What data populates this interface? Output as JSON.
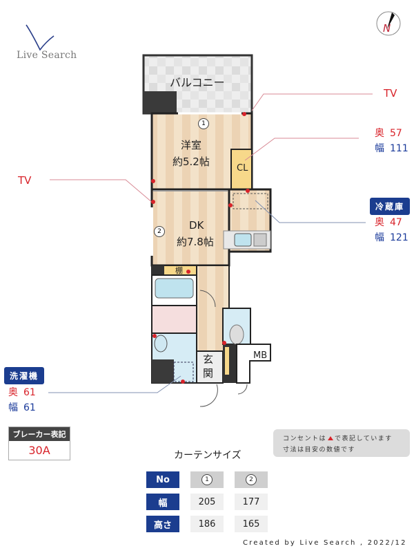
{
  "logo": {
    "text": "Live Search"
  },
  "compass": {
    "label": "N"
  },
  "rooms": {
    "balcony": "バルコニー",
    "western_room": {
      "name": "洋室",
      "size": "約5.2帖"
    },
    "dk": {
      "name": "DK",
      "size": "約7.8帖"
    },
    "closet": "CL",
    "shelf": "棚",
    "entrance": [
      "玄",
      "関"
    ],
    "mb": "MB"
  },
  "window_markers": [
    "1",
    "2"
  ],
  "annotations": {
    "tv_right": "TV",
    "tv_left": "TV",
    "closet_dims": {
      "depth_label": "奥",
      "depth": "57",
      "width_label": "幅",
      "width": "111"
    },
    "fridge": {
      "tag": "冷蔵庫",
      "depth_label": "奥",
      "depth": "47",
      "width_label": "幅",
      "width": "121"
    },
    "washer": {
      "tag": "洗濯機",
      "depth_label": "奥",
      "depth": "61",
      "width_label": "幅",
      "width": "61"
    }
  },
  "breaker": {
    "header": "ブレーカー表記",
    "value": "30A"
  },
  "note": {
    "line1_pre": "コンセントは",
    "line1_post": "で表記しています",
    "line2": "寸法は目安の数値です"
  },
  "curtain": {
    "title": "カーテンサイズ",
    "headers": [
      "No",
      "幅",
      "高さ"
    ],
    "columns": [
      {
        "no": "1",
        "width": "205",
        "height": "186"
      },
      {
        "no": "2",
        "width": "177",
        "height": "165"
      }
    ]
  },
  "credit": "Created by Live Search , 2022/12",
  "colors": {
    "accent_blue": "#1b3d8f",
    "outlet_red": "#d8232a",
    "floor": "#f1dcc0"
  }
}
